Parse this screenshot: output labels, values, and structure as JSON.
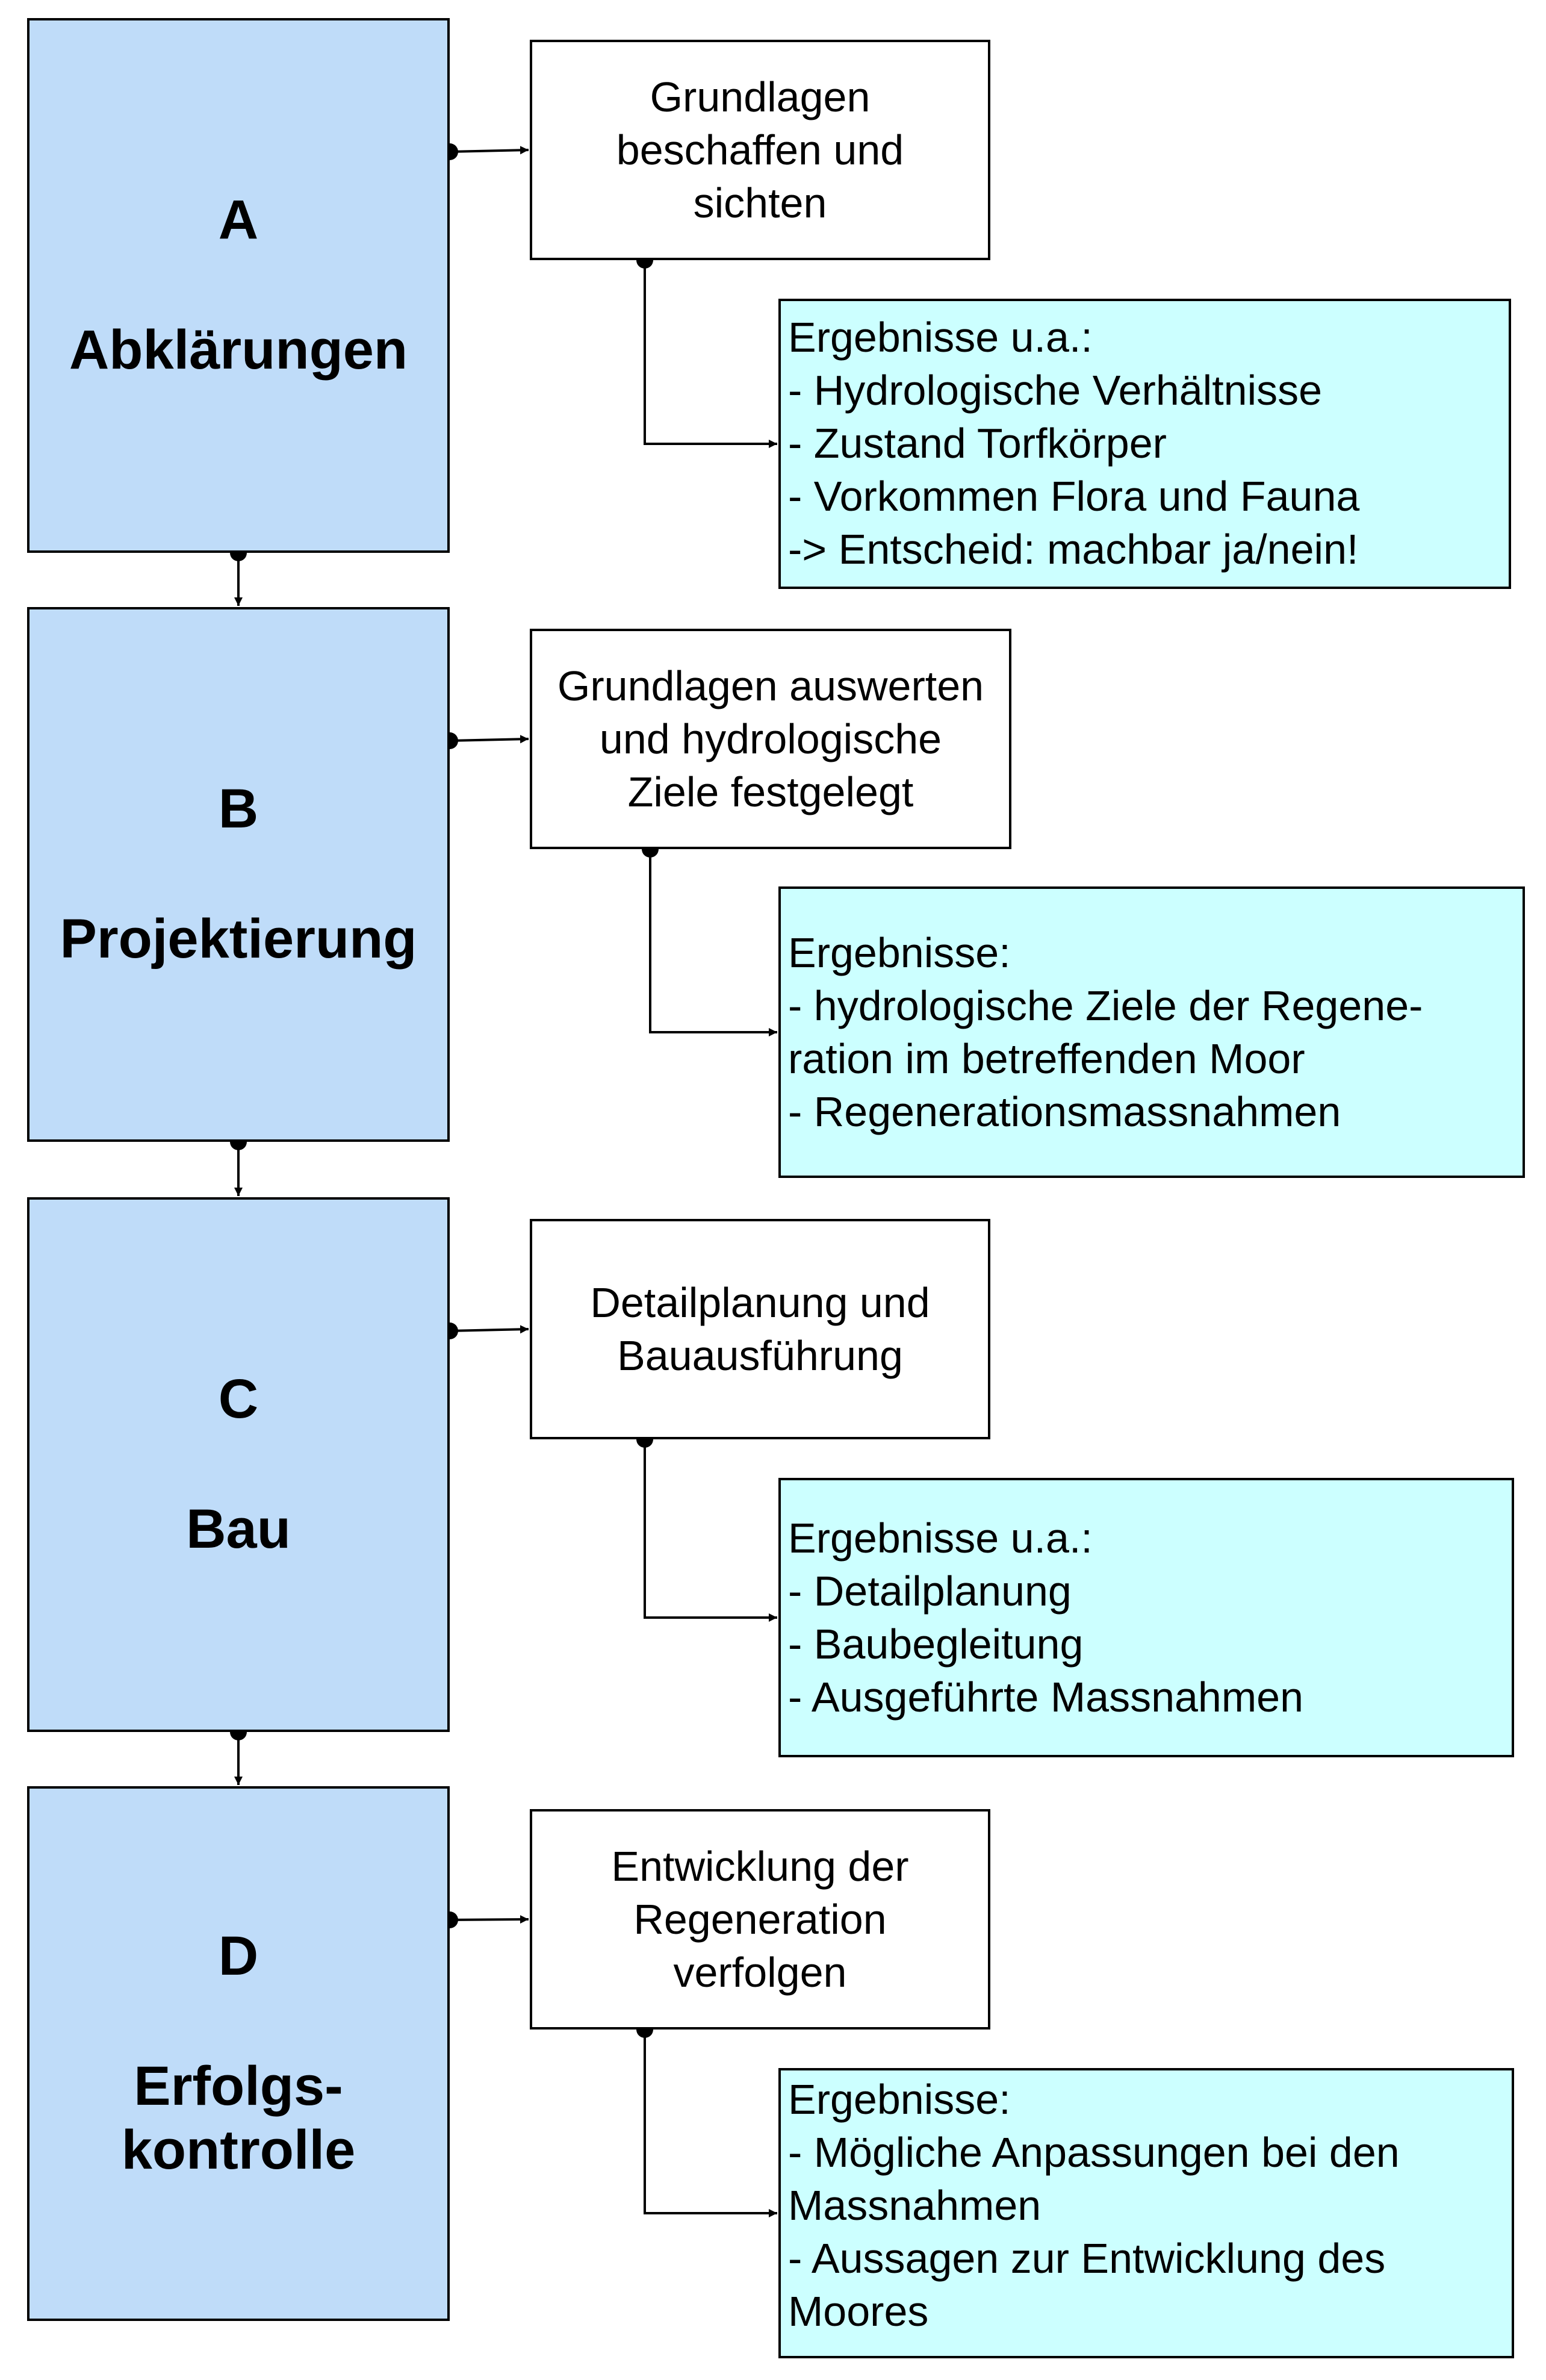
{
  "colors": {
    "phase_fill": "#bfdcf9",
    "result_fill": "#ccffff",
    "task_fill": "#ffffff",
    "line": "#000000"
  },
  "phases": [
    {
      "letter": "A",
      "name": "Abklärungen",
      "task": "Grundlagen\nbeschaffen und\nsichten",
      "results": [
        "Ergebnisse u.a.:",
        "- Hydrologische Verhältnisse",
        "- Zustand Torfkörper",
        "- Vorkommen Flora und Fauna",
        "-> Entscheid: machbar ja/nein!"
      ]
    },
    {
      "letter": "B",
      "name": "Projektierung",
      "task": "Grundlagen auswerten\nund hydrologische\nZiele festgelegt",
      "results": [
        "Ergebnisse:",
        "- hydrologische Ziele der Regene-",
        "ration im betreffenden Moor",
        "- Regenerationsmassnahmen"
      ]
    },
    {
      "letter": "C",
      "name": "Bau",
      "task": "Detailplanung und\nBauausführung",
      "results": [
        "Ergebnisse u.a.:",
        "- Detailplanung",
        "- Baubegleitung",
        "- Ausgeführte Massnahmen"
      ]
    },
    {
      "letter": "D",
      "name": "Erfolgs-\nkontrolle",
      "task": "Entwicklung der\nRegeneration\nverfolgen",
      "results": [
        "Ergebnisse:",
        "- Mögliche Anpassungen bei den",
        "Massnahmen",
        "- Aussagen zur Entwicklung des",
        "Moores"
      ]
    }
  ]
}
